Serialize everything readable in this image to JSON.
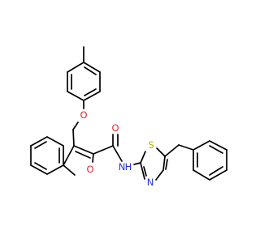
{
  "colors": {
    "bond": "#000000",
    "oxygen": "#e8262b",
    "nitrogen": "#2432dd",
    "sulfur": "#b8b000",
    "background": "#ffffff"
  },
  "labels": {
    "ether_oxygen": "O",
    "carbonyl_oxygen": "O",
    "furan_oxygen": "O",
    "amide_nitrogen": "N",
    "amide_hydrogen": "H",
    "thiazole_sulfur": "S",
    "thiazole_nitrogen": "N"
  }
}
